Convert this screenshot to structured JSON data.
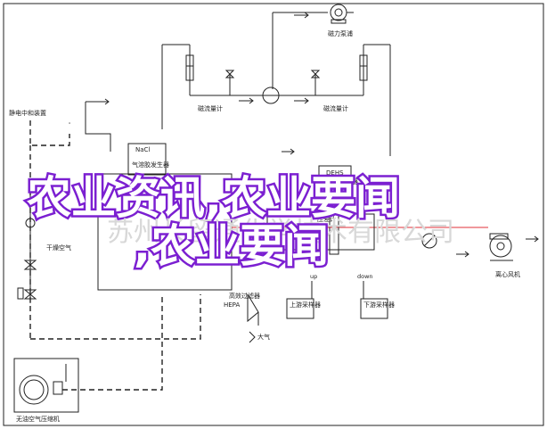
{
  "labels": {
    "pump_top": "磁力泵浦",
    "flowmeter_left": "磁流量计",
    "flowmeter_right": "磁流量计",
    "humidifier_controller": "静电中和装置",
    "nacl_line1": "NaCl",
    "nacl_line2": "气溶胶发生器",
    "dehs_line1": "DEHS",
    "dehs_line2": "气溶胶发生器",
    "pressure_gauge": "压差计",
    "up": "up",
    "down": "down",
    "up_sampler": "上游采样器",
    "down_sampler": "下游采样器",
    "hepa_line1": "高效过滤器",
    "hepa_line2": "HEPA",
    "atmosphere": "大气",
    "dry_air": "干燥空气",
    "fan": "离心风机",
    "compressor": "无油空气压缩机"
  },
  "overlay": {
    "headline": "农业资讯,农业要闻",
    "company": "苏州长留通化学技术有限公司",
    "headline2": ",农业要闻"
  },
  "colors": {
    "watermark_stroke": "#7b1fd1",
    "flow_line": "#e0303a"
  }
}
